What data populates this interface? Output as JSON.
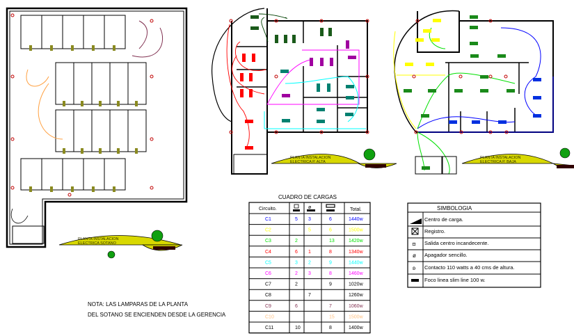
{
  "plans": [
    {
      "label_line1": "PLANTA INSTALACION",
      "label_line2": "ELECTRICA SOTANO"
    },
    {
      "label_line1": "PLANTA INSTALACION",
      "label_line2": "ELECTRICA P. ALTA"
    },
    {
      "label_line1": "PLANTA INSTALACION",
      "label_line2": "ELECTRICA P. BAJA"
    }
  ],
  "note": {
    "line1": "NOTA: LAS LAMPARAS DE LA PLANTA",
    "line2": "DEL SOTANO SE ENCIENDEN DESDE LA GERENCIA"
  },
  "loads_table": {
    "title": "CUADRO DE CARGAS",
    "headers": [
      "Circuito.",
      "registro-icon",
      "apagador-icon",
      "foco-slim-line-icon",
      "Total."
    ],
    "rows": [
      {
        "circuit": "C1",
        "a": "5",
        "b": "3",
        "c": "6",
        "total": "1440w",
        "color": "#0000ff"
      },
      {
        "circuit": "C2",
        "a": "",
        "b": "5",
        "c": "6",
        "total": "1500w",
        "color": "#ffff00"
      },
      {
        "circuit": "C3",
        "a": "2",
        "b": "",
        "c": "13",
        "total": "1420w",
        "color": "#00e000"
      },
      {
        "circuit": "C4",
        "a": "6",
        "b": "1",
        "c": "8",
        "total": "1340w",
        "color": "#ff0000"
      },
      {
        "circuit": "C5",
        "a": "3",
        "b": "2",
        "c": "9",
        "total": "1440w",
        "color": "#00ffff"
      },
      {
        "circuit": "C6",
        "a": "2",
        "b": "3",
        "c": "8",
        "total": "1460w",
        "color": "#ff00ff"
      },
      {
        "circuit": "C7",
        "a": "2",
        "b": "",
        "c": "9",
        "total": "1020w",
        "color": "#000000"
      },
      {
        "circuit": "C8",
        "a": "",
        "b": "7",
        "c": "",
        "total": "1260w",
        "color": "#000000"
      },
      {
        "circuit": "C9",
        "a": "6",
        "b": "",
        "c": "7",
        "total": "1060w",
        "color": "#803050"
      },
      {
        "circuit": "C10",
        "a": "",
        "b": "",
        "c": "15",
        "total": "1500w",
        "color": "#ffc080"
      },
      {
        "circuit": "C11",
        "a": "10",
        "b": "",
        "c": "8",
        "total": "1400w",
        "color": "#000000"
      }
    ]
  },
  "symbology": {
    "title": "SIMBOLOGIA",
    "items": [
      {
        "icon": "load-center-icon",
        "label": "Centro de carga."
      },
      {
        "icon": "registro-icon",
        "label": "Registro."
      },
      {
        "icon": "incandescent-outlet-icon",
        "label": "Salida centro incandecente."
      },
      {
        "icon": "single-switch-icon",
        "label": "Apagador sencillo."
      },
      {
        "icon": "contact-outlet-icon",
        "label": "Contacto 110 watts a 40 cms de altura."
      },
      {
        "icon": "slim-line-lamp-icon",
        "label": "Foco linea slim line 100 w."
      }
    ]
  },
  "colors": {
    "wall": "#000000",
    "outlet": "#c00000",
    "label_bar": "#d8d800",
    "tree": "#10a010",
    "lamp_olive": "#8a8a20"
  }
}
